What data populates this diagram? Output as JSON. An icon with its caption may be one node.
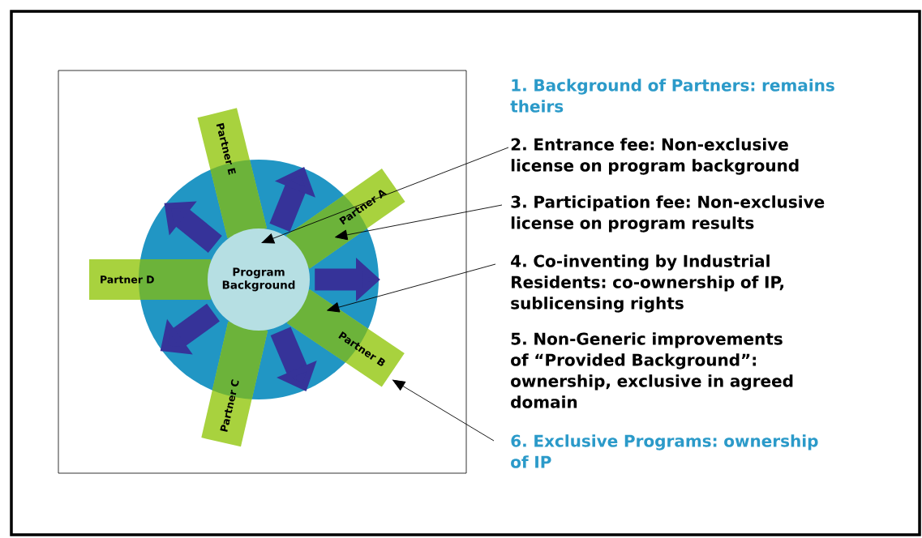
{
  "diagram": {
    "nodes": [
      {
        "text": [
          "Program Background"
        ]
      },
      {
        "text": [
          "Partner A"
        ]
      },
      {
        "text": [
          "Partner B"
        ]
      },
      {
        "text": [
          "Partner C"
        ]
      },
      {
        "text": [
          "Partner D"
        ]
      },
      {
        "text": [
          "Partner E"
        ]
      },
      {
        "text": [
          "1. Background of Partners: remains theirs"
        ]
      },
      {
        "text": [
          "2. Entrance fee: Non-exclusive license on program background"
        ]
      },
      {
        "text": [
          "3. Participation fee: Non-exclusive license on program results"
        ]
      },
      {
        "text": [
          "4. Co-inventing by Industrial Residents: co-ownership of IP, sublicensing rights"
        ]
      },
      {
        "text": [
          "5. Non-Generic improvements of “Provided Background”: ownership, exclusive in agreed domain"
        ]
      },
      {
        "text": [
          "6. Exclusive Programs: ownership of IP"
        ]
      }
    ],
    "edges": [
      {
        "from": 7,
        "to": 0,
        "arrow": "to",
        "color": "#000000"
      },
      {
        "from": 8,
        "to": 1,
        "arrow": "to",
        "color": "#000000"
      },
      {
        "from": 9,
        "to": 2,
        "arrow": "to",
        "color": "#000000"
      },
      {
        "from": 11,
        "to": 2,
        "arrow": "to",
        "color": "#000000"
      },
      {
        "from": 0,
        "to": null,
        "arrow": "to"
      },
      {
        "from": 0,
        "to": null,
        "arrow": "to"
      },
      {
        "from": 0,
        "to": null,
        "arrow": "to"
      },
      {
        "from": 0,
        "to": null,
        "arrow": "to"
      },
      {
        "from": 0,
        "to": null,
        "arrow": "to"
      }
    ]
  }
}
